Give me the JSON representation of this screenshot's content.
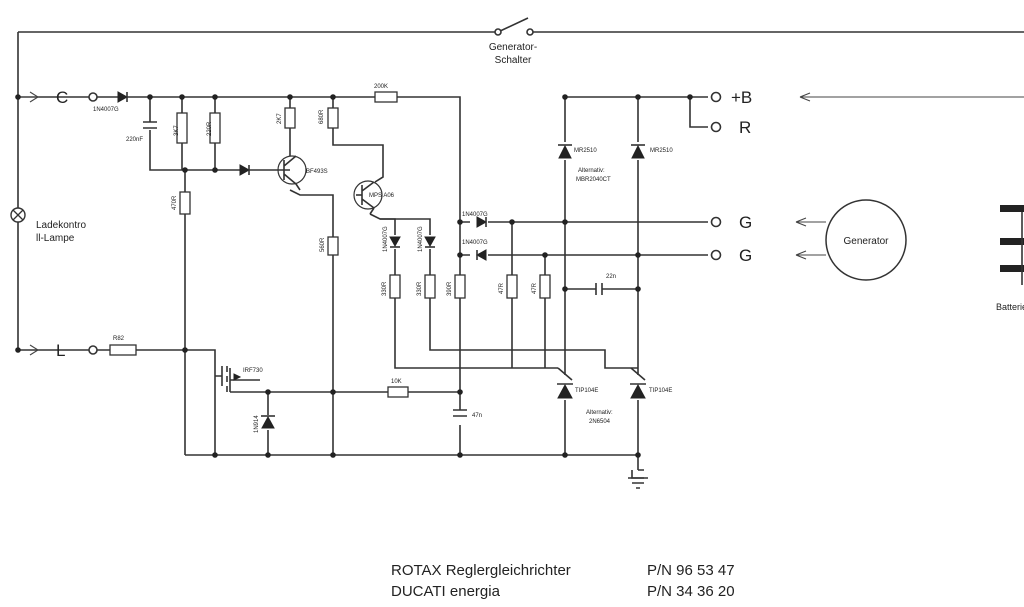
{
  "terminals": {
    "c": "C",
    "l": "L",
    "plus_b": "+B",
    "r": "R",
    "g1": "G",
    "g2": "G"
  },
  "labels": {
    "generator_switch": [
      "Generator-",
      "Schalter"
    ],
    "lamp": [
      "Ladekontro",
      "ll-Lampe"
    ],
    "generator": "Generator",
    "battery": "Batterie"
  },
  "components": {
    "d_1n4007_c": "1N4007G",
    "c_220n": "220nF",
    "r_3k7": "3K7",
    "r_220r": "220R",
    "r_200k": "200K",
    "r_2k7": "2K7",
    "r_680r": "680R",
    "q_bf493": "BF493S",
    "q_mps_a06": "MPS A06",
    "r_470r": "470R",
    "r_560r": "560R",
    "d_1n4007_a": "1N4007G",
    "d_1n4007_b": "1N4007G",
    "d_1n4007_g1": "1N4007G",
    "d_1n4007_g2": "1N4007G",
    "r_330r_a": "330R",
    "r_330r_b": "330R",
    "r_390r": "390R",
    "r_47r_a": "47R",
    "r_47r_b": "47R",
    "c_22n": "22n",
    "d_mr2510_a": "MR2510",
    "d_mr2510_b": "MR2510",
    "alt_mbr": [
      "Alternativ:",
      "MBR2040CT"
    ],
    "r_l_series": "R82",
    "q_irf730": "IRF730",
    "d_1n914": "1N914",
    "r_10k": "10K",
    "c_47n": "47n",
    "scr_a": "TIP104E",
    "scr_b": "TIP104E",
    "alt_2n": [
      "Alternativ:",
      "2N6504"
    ]
  },
  "footer": [
    {
      "name": "ROTAX Reglergleichrichter",
      "pn": "P/N 96 53 47"
    },
    {
      "name": "DUCATI energia",
      "pn": "P/N 34 36 20"
    }
  ]
}
